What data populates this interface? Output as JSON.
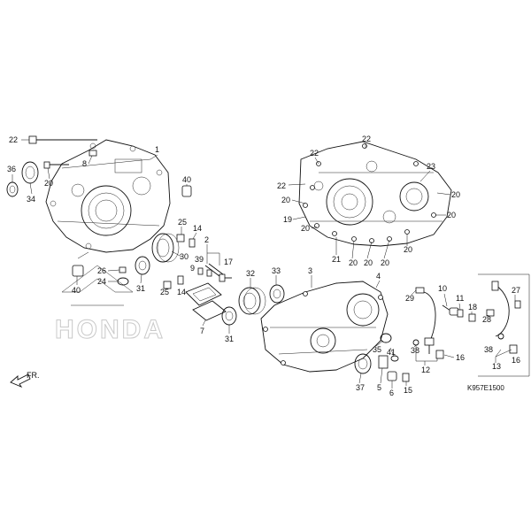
{
  "diagram": {
    "code": "K957E1500",
    "fr_label": "FR.",
    "watermark": "HONDA",
    "callouts": [
      {
        "id": "c22a",
        "text": "22"
      },
      {
        "id": "c8",
        "text": "8"
      },
      {
        "id": "c1",
        "text": "1"
      },
      {
        "id": "c36",
        "text": "36"
      },
      {
        "id": "c34",
        "text": "34"
      },
      {
        "id": "c20a",
        "text": "20"
      },
      {
        "id": "c40a",
        "text": "40"
      },
      {
        "id": "c25a",
        "text": "25"
      },
      {
        "id": "c14a",
        "text": "14"
      },
      {
        "id": "c2",
        "text": "2"
      },
      {
        "id": "c30",
        "text": "30"
      },
      {
        "id": "c9",
        "text": "9"
      },
      {
        "id": "c39",
        "text": "39"
      },
      {
        "id": "c17",
        "text": "17"
      },
      {
        "id": "c40b",
        "text": "40"
      },
      {
        "id": "c26",
        "text": "26"
      },
      {
        "id": "c24",
        "text": "24"
      },
      {
        "id": "c31a",
        "text": "31"
      },
      {
        "id": "c25b",
        "text": "25"
      },
      {
        "id": "c14b",
        "text": "14"
      },
      {
        "id": "c7",
        "text": "7"
      },
      {
        "id": "c32",
        "text": "32"
      },
      {
        "id": "c33",
        "text": "33"
      },
      {
        "id": "c31b",
        "text": "31"
      },
      {
        "id": "c22b",
        "text": "22"
      },
      {
        "id": "c22c",
        "text": "22"
      },
      {
        "id": "c22d",
        "text": "22"
      },
      {
        "id": "c23",
        "text": "23"
      },
      {
        "id": "c20b",
        "text": "20"
      },
      {
        "id": "c19",
        "text": "19"
      },
      {
        "id": "c20c",
        "text": "20"
      },
      {
        "id": "c20d",
        "text": "20"
      },
      {
        "id": "c20e",
        "text": "20"
      },
      {
        "id": "c21",
        "text": "21"
      },
      {
        "id": "c20f",
        "text": "20"
      },
      {
        "id": "c20g",
        "text": "20"
      },
      {
        "id": "c20h",
        "text": "20"
      },
      {
        "id": "c20i",
        "text": "20"
      },
      {
        "id": "c3",
        "text": "3"
      },
      {
        "id": "c4",
        "text": "4"
      },
      {
        "id": "c29",
        "text": "29"
      },
      {
        "id": "c10",
        "text": "10"
      },
      {
        "id": "c11",
        "text": "11"
      },
      {
        "id": "c18",
        "text": "18"
      },
      {
        "id": "c27",
        "text": "27"
      },
      {
        "id": "c28",
        "text": "28"
      },
      {
        "id": "c35",
        "text": "35"
      },
      {
        "id": "c41",
        "text": "41"
      },
      {
        "id": "c38a",
        "text": "38"
      },
      {
        "id": "c16a",
        "text": "16"
      },
      {
        "id": "c12",
        "text": "12"
      },
      {
        "id": "c38b",
        "text": "38"
      },
      {
        "id": "c13",
        "text": "13"
      },
      {
        "id": "c16b",
        "text": "16"
      },
      {
        "id": "c37",
        "text": "37"
      },
      {
        "id": "c5",
        "text": "5"
      },
      {
        "id": "c6",
        "text": "6"
      },
      {
        "id": "c15",
        "text": "15"
      }
    ]
  }
}
